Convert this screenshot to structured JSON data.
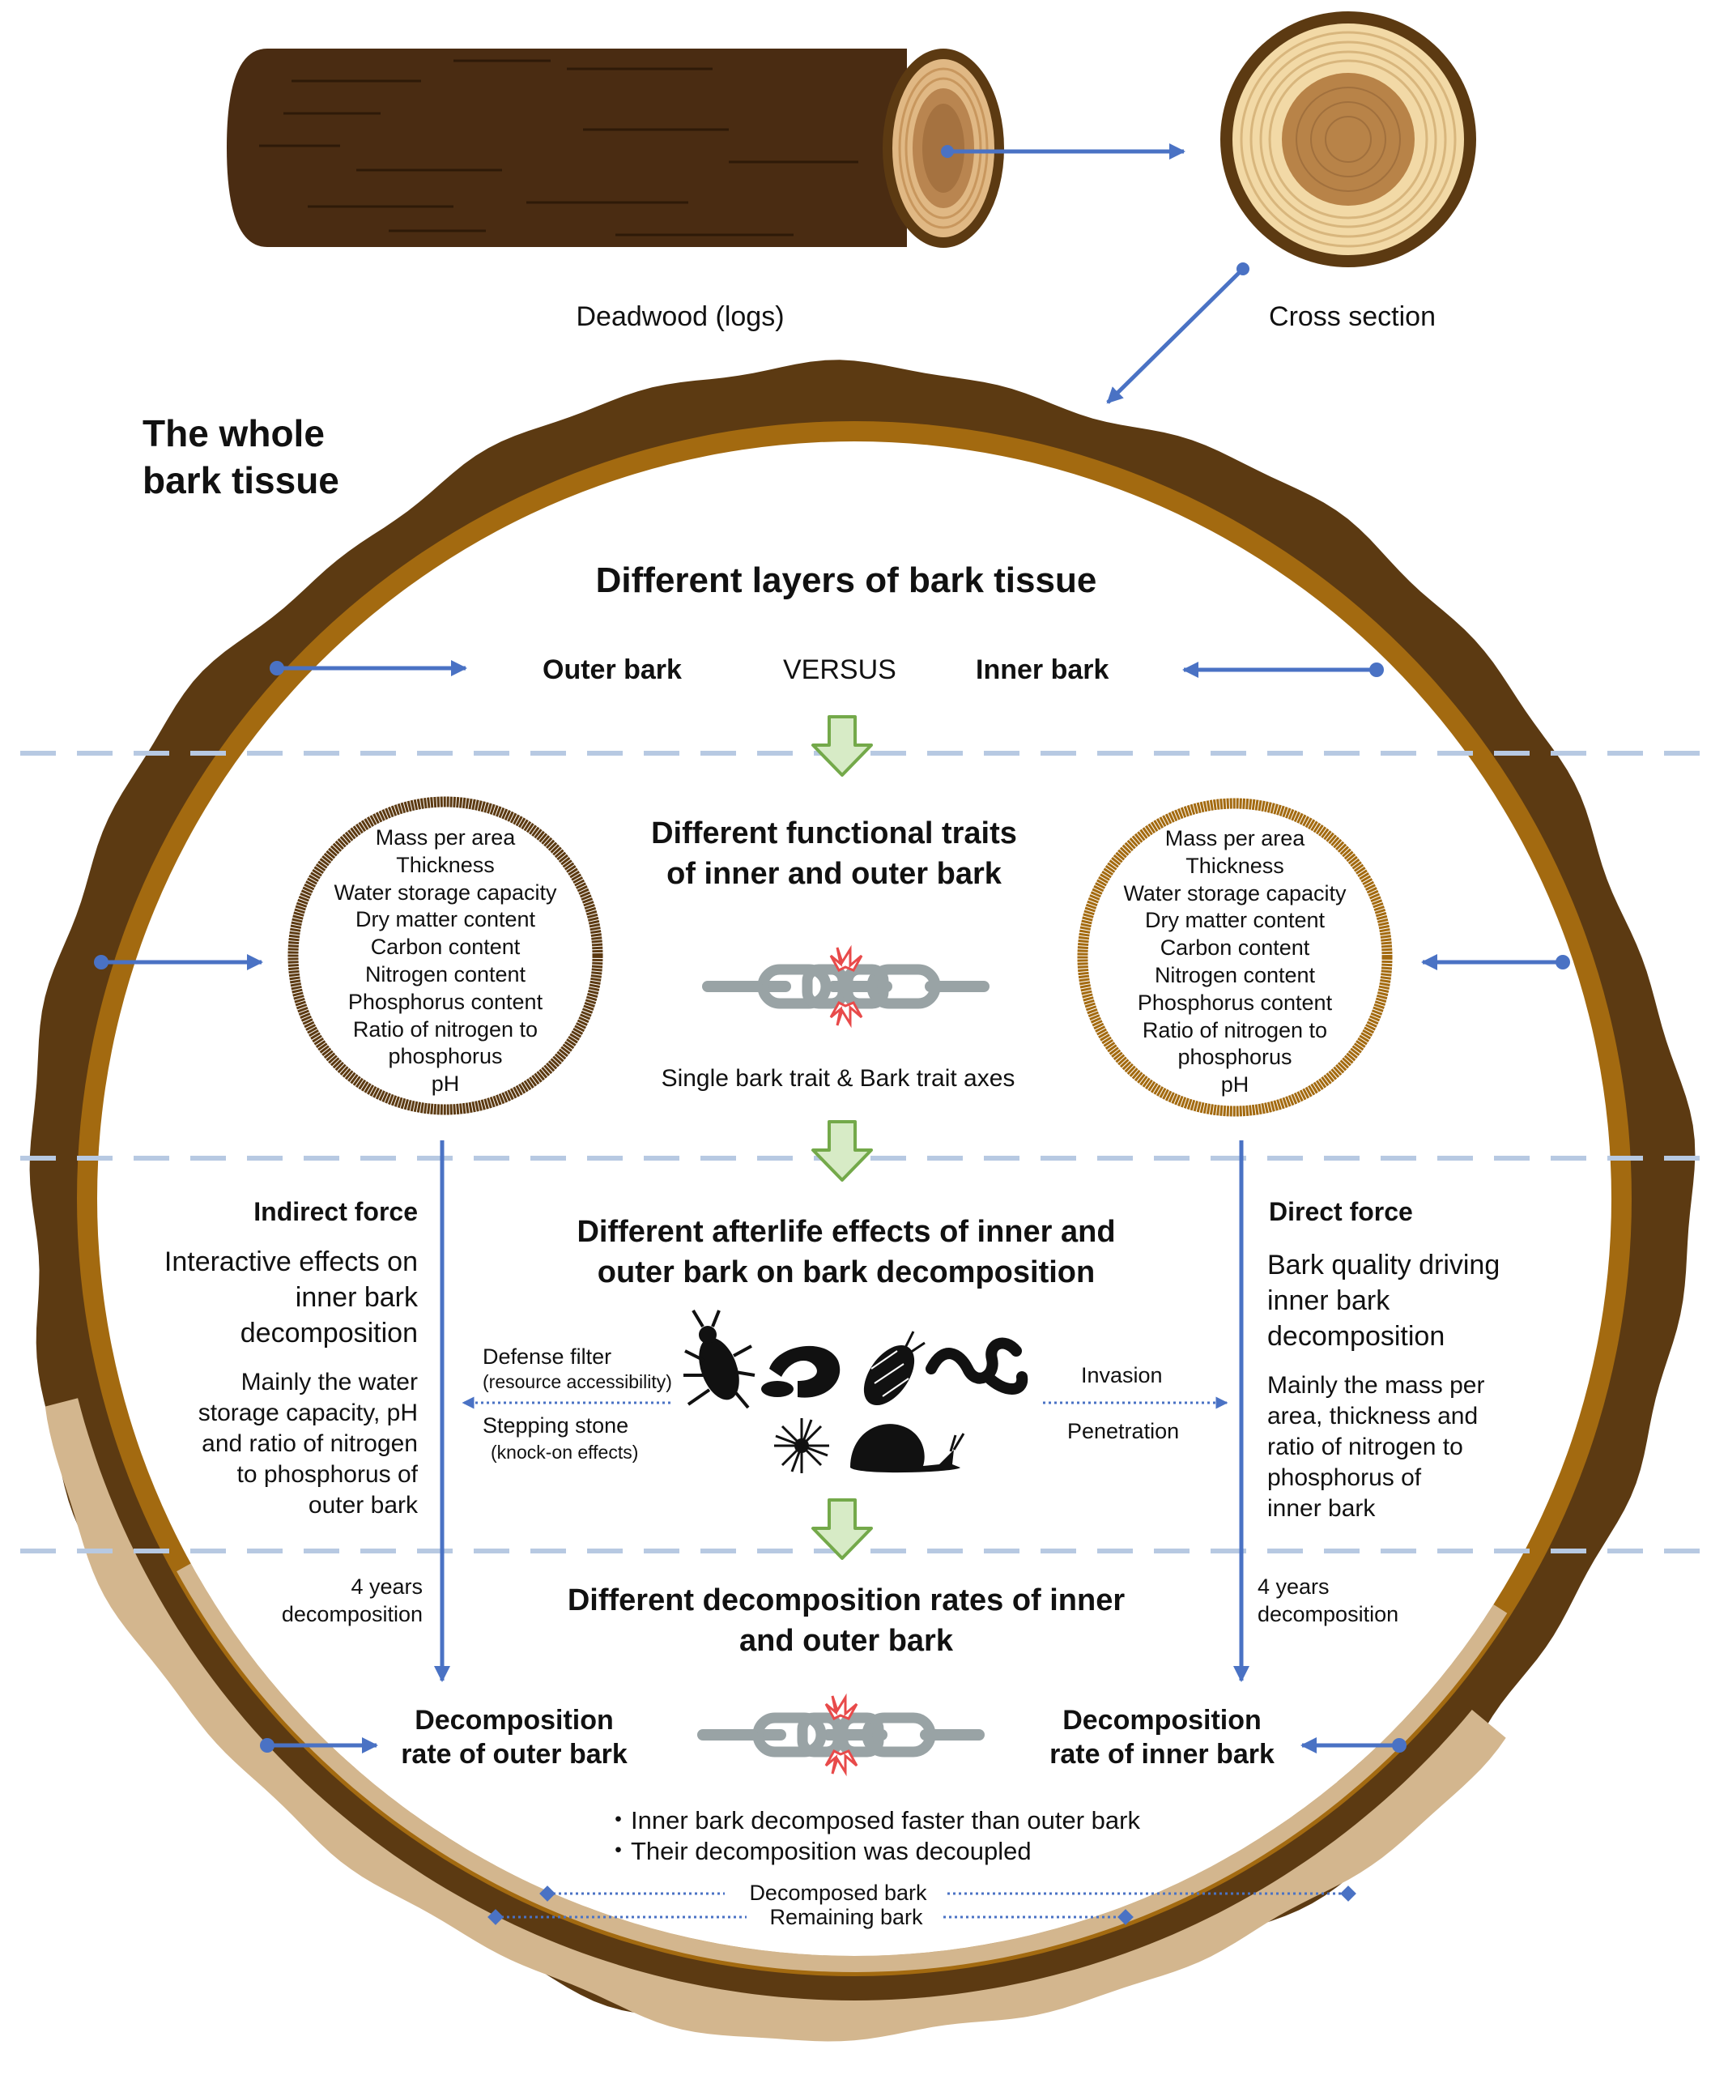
{
  "top": {
    "deadwood_label": "Deadwood (logs)",
    "cross_section_label": "Cross section",
    "whole_bark_title": [
      "The whole",
      "bark tissue"
    ]
  },
  "layers": {
    "title": "Different layers of bark tissue",
    "outer": "Outer bark",
    "versus": "VERSUS",
    "inner": "Inner bark"
  },
  "traits": {
    "title": [
      "Different functional traits",
      "of inner and outer bark"
    ],
    "list": [
      "Mass per area",
      "Thickness",
      "Water storage capacity",
      "Dry matter content",
      "Carbon content",
      "Nitrogen content",
      "Phosphorus content",
      "Ratio of nitrogen to",
      "phosphorus",
      "pH"
    ],
    "caption": "Single bark trait & Bark trait axes"
  },
  "afterlife": {
    "title": [
      "Different afterlife effects of inner and",
      "outer bark on bark decomposition"
    ],
    "defense_filter": "Defense filter",
    "resource_accessibility": "(resource accessibility)",
    "stepping_stone": "Stepping stone",
    "knock_on": "(knock-on effects)",
    "invasion": "Invasion",
    "penetration": "Penetration"
  },
  "indirect": {
    "title": "Indirect force",
    "desc": [
      "Interactive effects on",
      "inner bark",
      "decomposition"
    ],
    "detail": [
      "Mainly the water",
      "storage capacity, pH",
      "and ratio of nitrogen",
      "to phosphorus of",
      "outer bark"
    ],
    "years": [
      "4 years",
      "decomposition"
    ]
  },
  "direct": {
    "title": "Direct force",
    "desc": [
      "Bark quality driving",
      "inner bark",
      "decomposition"
    ],
    "detail": [
      "Mainly the mass per",
      "area, thickness and",
      "ratio of nitrogen to",
      "phosphorus of",
      "inner bark"
    ],
    "years": [
      "4 years",
      "decomposition"
    ]
  },
  "rates": {
    "title": [
      "Different decomposition rates of inner",
      "and outer bark"
    ],
    "outer": [
      "Decomposition",
      "rate of outer bark"
    ],
    "inner": [
      "Decomposition",
      "rate of inner bark"
    ],
    "bullets": [
      "・Inner bark decomposed faster than outer bark",
      "・Their decomposition was decoupled"
    ],
    "decomposed_bark": "Decomposed bark",
    "remaining_bark": "Remaining bark"
  },
  "colors": {
    "dark_bark": "#5c3a12",
    "inner_bark": "#a36a10",
    "decomposed_bark": "#d3b68e",
    "arrow_blue": "#4a72c4",
    "dashed_line": "#b7c9e2",
    "down_arrow_fill": "#d7ebc6",
    "down_arrow_stroke": "#74a94a",
    "chain": "#99a3a5",
    "burst": "#e84a4a"
  }
}
